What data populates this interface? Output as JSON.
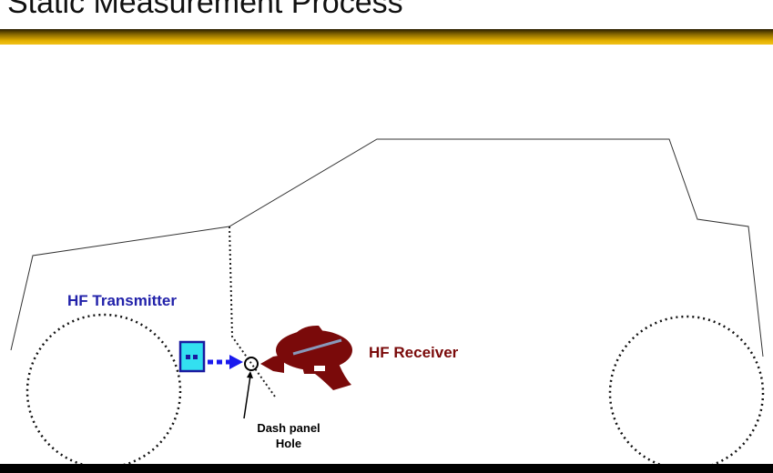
{
  "slide": {
    "title": "Static Measurement Process"
  },
  "labels": {
    "transmitter": "HF Transmitter",
    "receiver": "HF Receiver",
    "hole_line1": "Dash panel",
    "hole_line2": "Hole"
  },
  "colors": {
    "transmitter": "#2222aa",
    "receiver": "#7a0a0a",
    "accent": "#e3b000"
  }
}
